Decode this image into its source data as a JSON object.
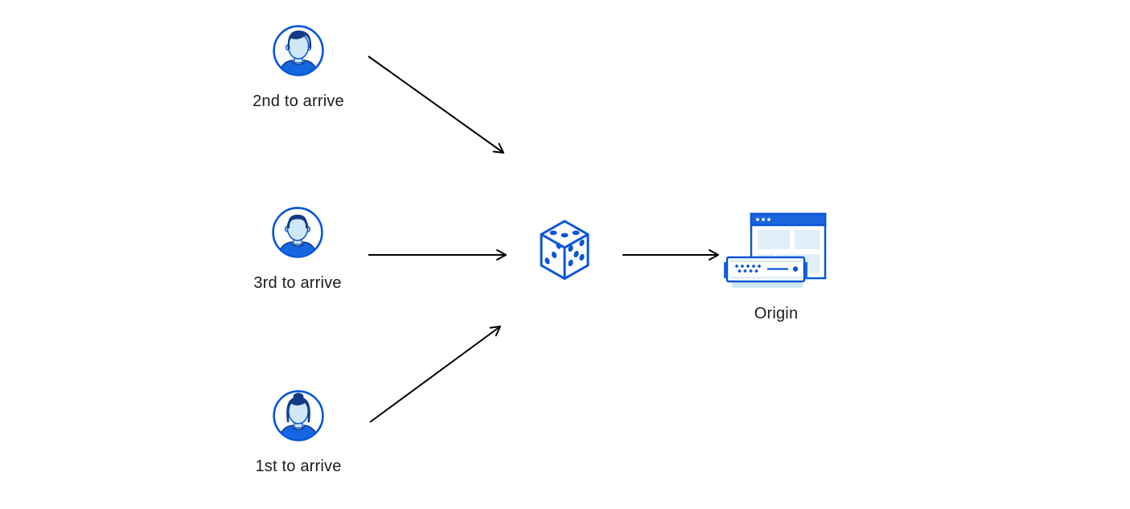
{
  "diagram": {
    "users": [
      {
        "id": "user-top",
        "label": "2nd to arrive",
        "icon": "male-avatar-icon"
      },
      {
        "id": "user-middle",
        "label": "3rd to arrive",
        "icon": "male-avatar-icon"
      },
      {
        "id": "user-bottom",
        "label": "1st to arrive",
        "icon": "female-avatar-icon"
      }
    ],
    "router": {
      "id": "dice",
      "icon": "dice-icon"
    },
    "origin": {
      "id": "origin",
      "label": "Origin",
      "icon": "origin-server-browser-icon"
    },
    "connections": [
      {
        "from": "user-top",
        "to": "dice"
      },
      {
        "from": "user-middle",
        "to": "dice"
      },
      {
        "from": "user-bottom",
        "to": "dice"
      },
      {
        "from": "dice",
        "to": "origin"
      }
    ],
    "colors": {
      "primary_blue": "#0055dc",
      "solid_blue": "#1a66dd",
      "navy": "#133a86",
      "skin_light_blue": "#cfe8f6",
      "pale_blue": "#e1f0f8",
      "arrow": "#000000",
      "text": "#1d1d1f",
      "background": "#ffffff"
    }
  }
}
